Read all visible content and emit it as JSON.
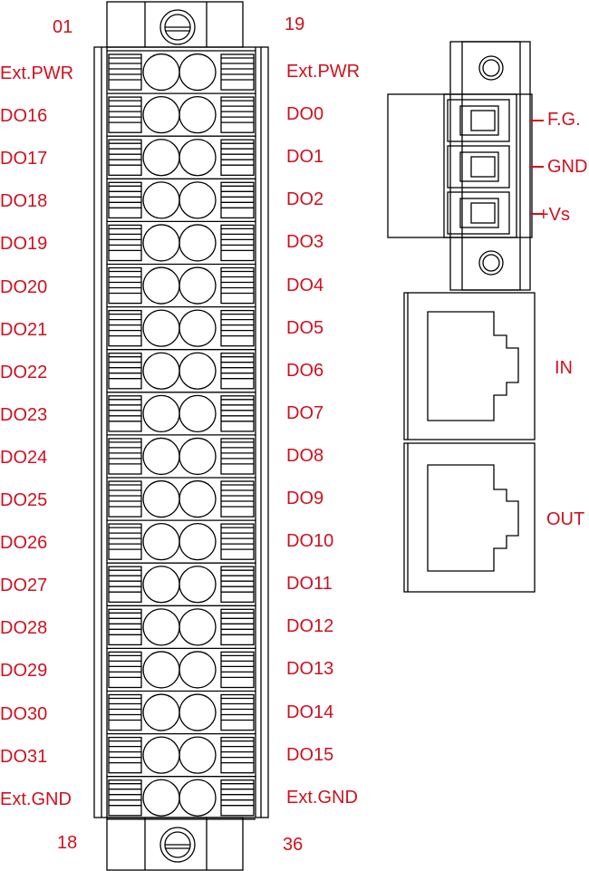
{
  "terminal_block": {
    "pin_top_left": "01",
    "pin_top_right": "19",
    "pin_bottom_left": "18",
    "pin_bottom_right": "36",
    "left_labels": [
      "Ext.PWR",
      "DO16",
      "DO17",
      "DO18",
      "DO19",
      "DO20",
      "DO21",
      "DO22",
      "DO23",
      "DO24",
      "DO25",
      "DO26",
      "DO27",
      "DO28",
      "DO29",
      "DO30",
      "DO31",
      "Ext.GND"
    ],
    "right_labels": [
      "Ext.PWR",
      "DO0",
      "DO1",
      "DO2",
      "DO3",
      "DO4",
      "DO5",
      "DO6",
      "DO7",
      "DO8",
      "DO9",
      "DO10",
      "DO11",
      "DO12",
      "DO13",
      "DO14",
      "DO15",
      "Ext.GND"
    ]
  },
  "power_connector": {
    "labels": [
      "F.G.",
      "GND",
      "+Vs"
    ]
  },
  "ethernet": {
    "in_label": "IN",
    "out_label": "OUT"
  },
  "colors": {
    "label": "#d0101e",
    "line": "#000000"
  }
}
